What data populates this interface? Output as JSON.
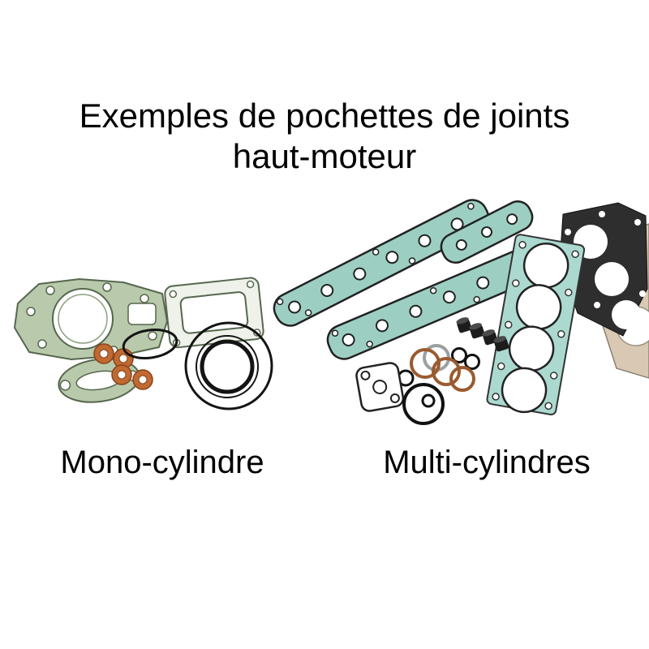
{
  "title": {
    "line1": "Exemples de pochettes de joints",
    "line2": "haut-moteur"
  },
  "captions": {
    "mono": "Mono-cylindre",
    "multi": "Multi-cylindres"
  },
  "palette": {
    "background": "#ffffff",
    "text": "#000000",
    "mono_gasket_green": "#b9c9ab",
    "mono_gasket_outline": "#56674e",
    "copper_washer": "#c06a33",
    "rubber_seal_black": "#141414",
    "multi_gasket_teal": "#9ccfc2",
    "head_gasket_aqua": "#abd9cf",
    "dark_gasket": "#2e2e2e",
    "paper_gasket_tan": "#d9c9b4"
  }
}
